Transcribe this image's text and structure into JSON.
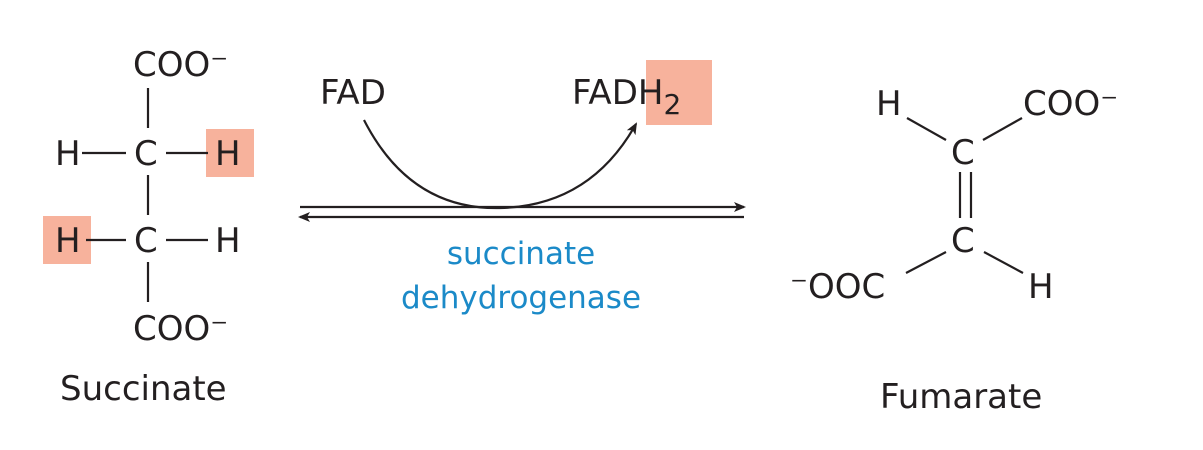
{
  "succinate": {
    "top_group": "COO⁻",
    "row1": {
      "left": "H",
      "center": "C",
      "right": "H"
    },
    "row2": {
      "left": "H",
      "center": "C",
      "right": "H"
    },
    "bottom_group": "COO⁻",
    "name": "Succinate"
  },
  "reaction": {
    "cofactor_in": "FAD",
    "cofactor_out_base": "FAD",
    "cofactor_out_h": "H",
    "cofactor_out_sub": "2",
    "enzyme_line1": "succinate",
    "enzyme_line2": "dehydrogenase"
  },
  "fumarate": {
    "top_h": "H",
    "top_c": "C",
    "top_group": "COO⁻",
    "bottom_group": "⁻OOC",
    "bottom_c": "C",
    "bottom_h": "H",
    "name": "Fumarate"
  },
  "colors": {
    "highlight": "#f7b29c",
    "enzyme": "#1b8ac8"
  }
}
